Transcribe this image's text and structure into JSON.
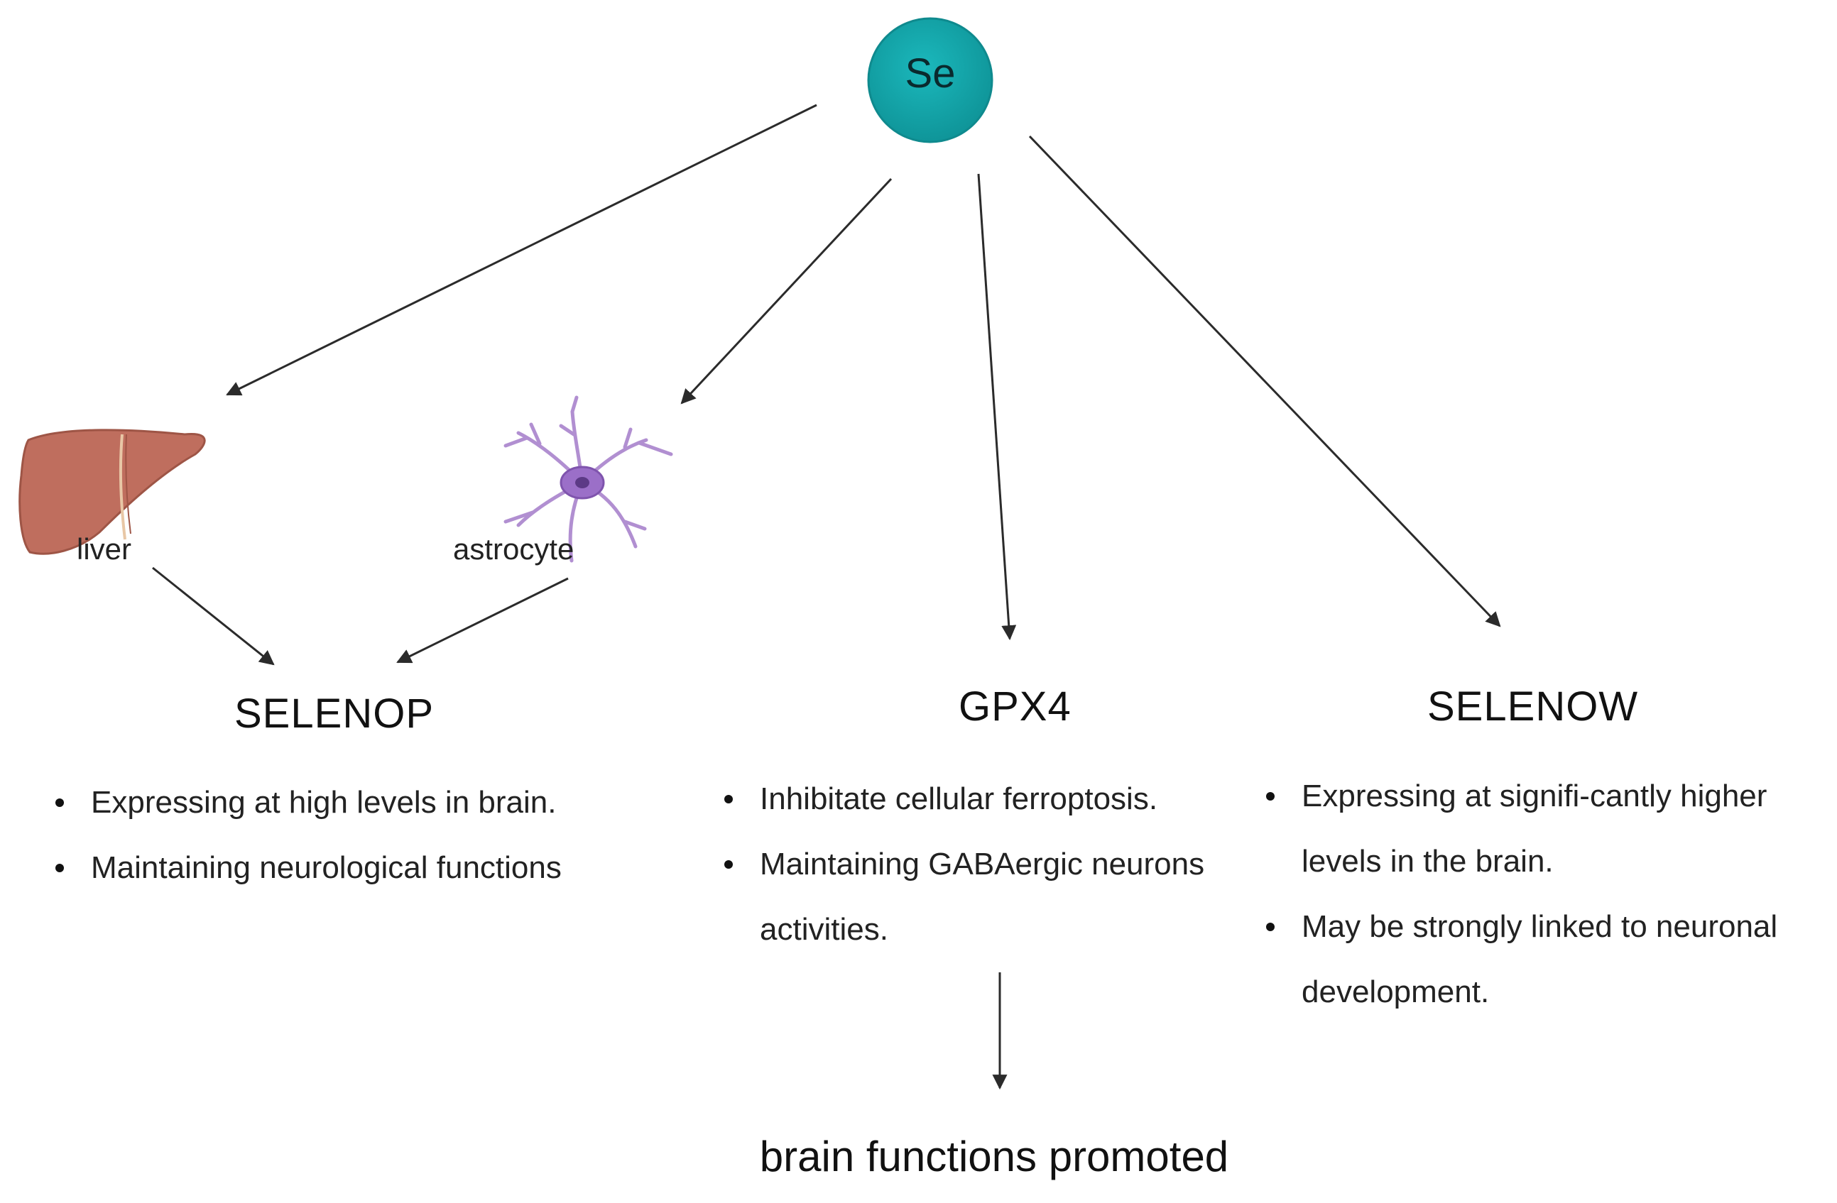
{
  "source": {
    "symbol": "Se",
    "colors": {
      "fill": "#14a5a9",
      "stroke": "#0f8a8e"
    }
  },
  "origins": {
    "liver": {
      "label": "liver",
      "color": "#bf6e5e"
    },
    "astrocyte": {
      "label": "astrocyte",
      "color": "#b18fd1"
    }
  },
  "selenoproteins": [
    {
      "name": "SELENOP",
      "points": [
        "Expressing at high levels in brain.",
        "Maintaining neurological functions"
      ]
    },
    {
      "name": "GPX4",
      "points": [
        "Inhibitate cellular ferroptosis.",
        "Maintaining GABAergic neurons",
        "activities."
      ]
    },
    {
      "name": "SELENOW",
      "points": [
        "Expressing at signifi-cantly higher",
        "levels in the brain.",
        "May be strongly linked to neuronal",
        "development."
      ]
    }
  ],
  "outcome": "brain functions promoted",
  "arrow_color": "#2b2b2b"
}
